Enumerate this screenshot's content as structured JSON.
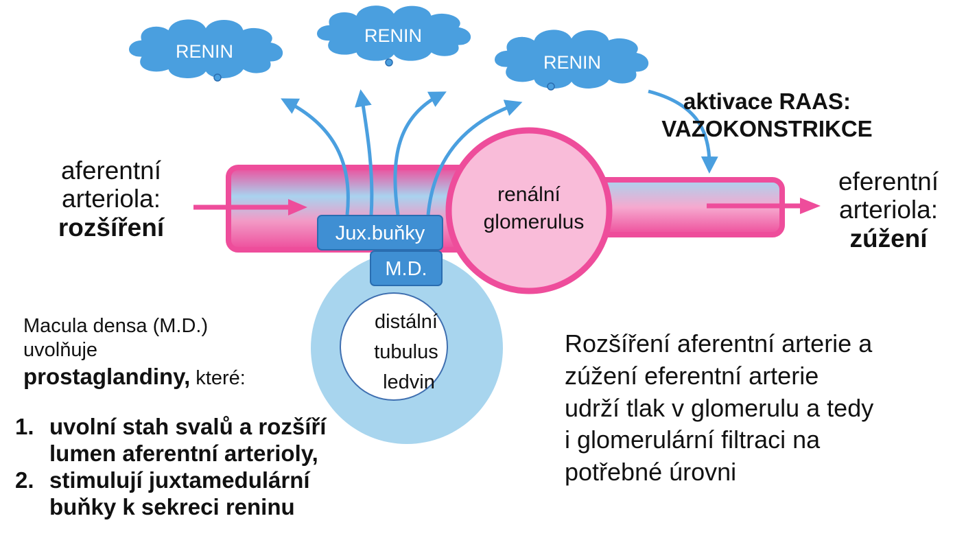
{
  "clouds": [
    {
      "label": "RENIN"
    },
    {
      "label": "RENIN"
    },
    {
      "label": "RENIN"
    }
  ],
  "raas": {
    "line1": "aktivace RAAS:",
    "line2": "VAZOKONSTRIKCE"
  },
  "afferent": {
    "line1": "aferentní",
    "line2": "arteriola:",
    "state": "rozšíření"
  },
  "efferent": {
    "line1": "eferentní",
    "line2": "arteriola:",
    "state": "zúžení"
  },
  "glomerulus": {
    "line1": "renální",
    "line2": "glomerulus"
  },
  "juxta_label": "Jux.buňky",
  "md_label": "M.D.",
  "tubule": {
    "line1": "distální",
    "line2": "tubulus",
    "line3": "ledvin"
  },
  "macula_densa_text": {
    "line1": "Macula densa (M.D.)",
    "line2": "uvolňuje",
    "bold": "prostaglandiny,",
    "rest": " které:"
  },
  "steps": [
    {
      "num": "1.",
      "line1": "uvolní stah svalů a rozšíří",
      "line2": "lumen aferentní arterioly,"
    },
    {
      "num": "2.",
      "line1": "stimulují juxtamedulární",
      "line2": "buňky k sekreci reninu"
    }
  ],
  "summary": {
    "line1": "Rozšíření aferentní arterie a",
    "line2": "zúžení eferentní arterie",
    "line3": "udrží tlak v glomerulu a tedy",
    "line4": "i glomerulární filtraci na",
    "line5": "potřebné úrovni"
  },
  "colors": {
    "vessel_pink": "#ee4d9b",
    "vessel_light_blue": "#a9d3ef",
    "glomerulus_fill": "#f9bcd9",
    "renin_cloud": "#4a9fdf",
    "box_blue": "#3f8fd3",
    "tubule_ring": "#a8d5ee",
    "arrow_blue": "#4a9fdf"
  }
}
